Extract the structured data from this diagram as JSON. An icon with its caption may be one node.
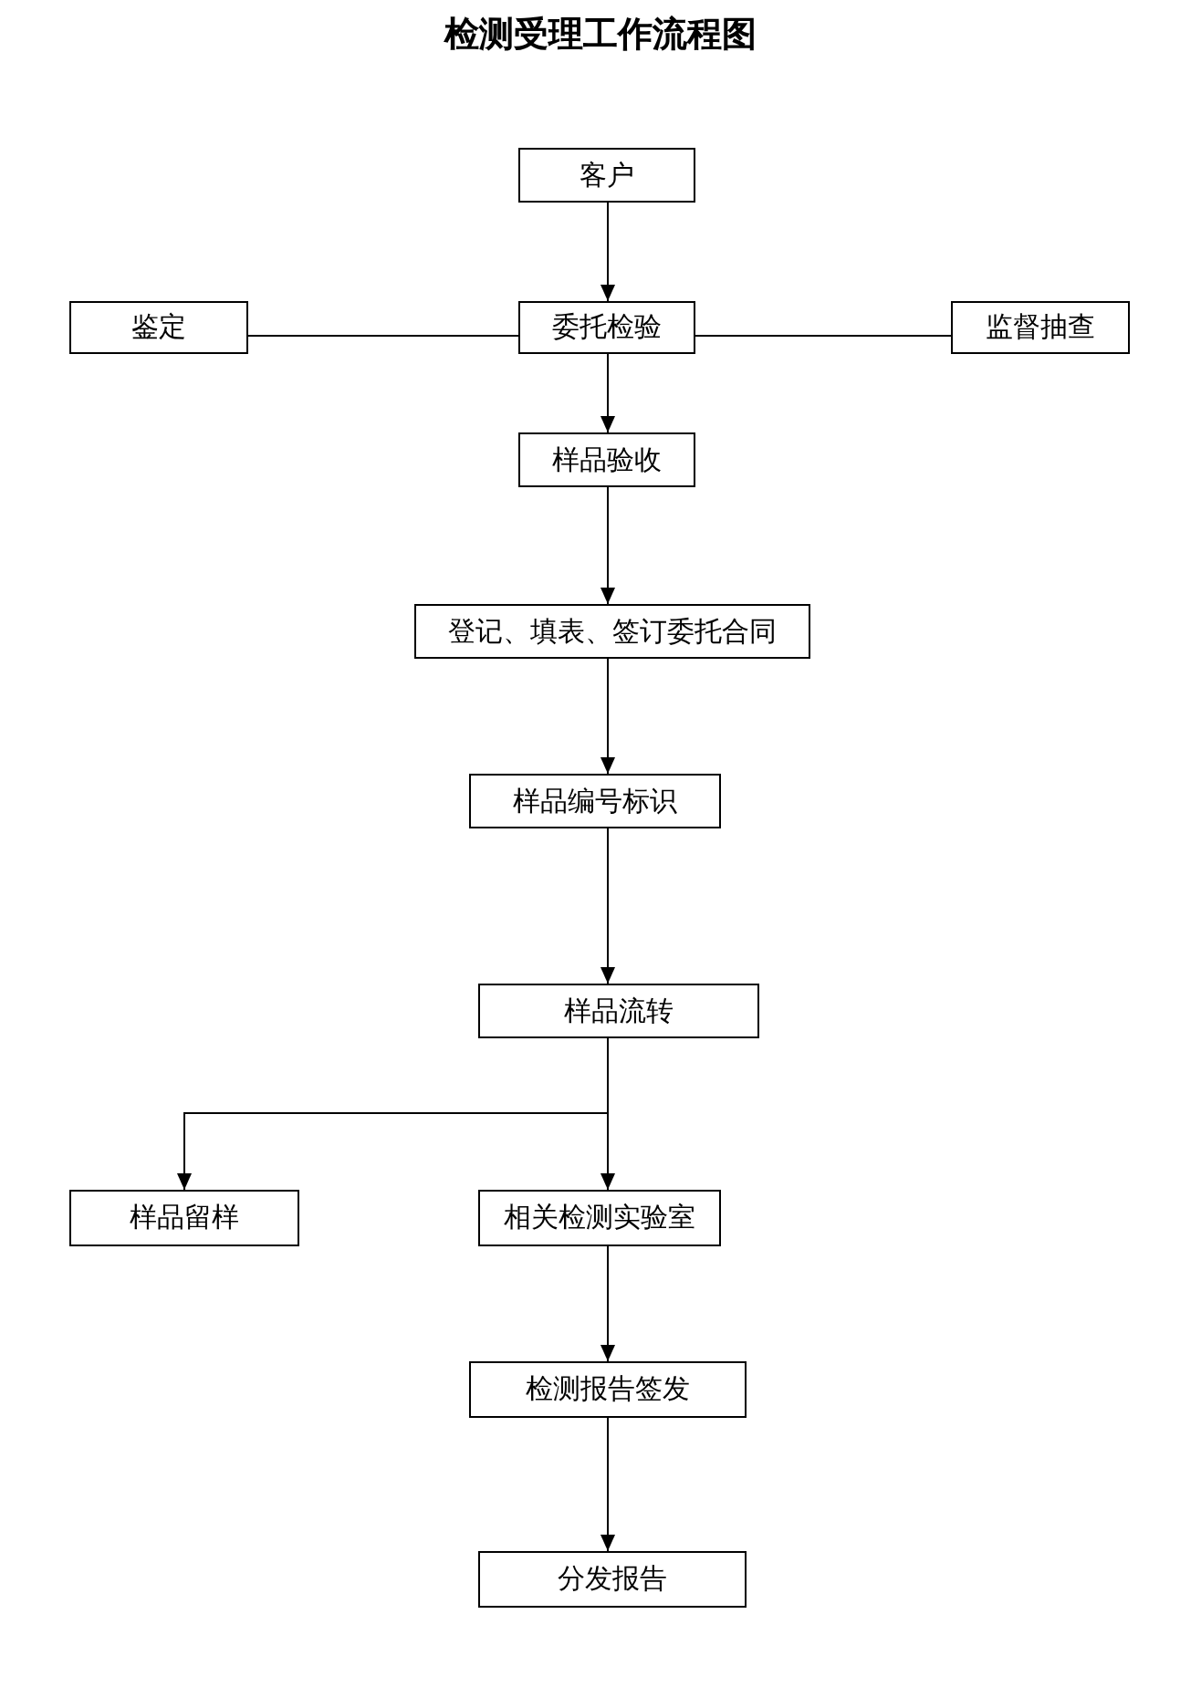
{
  "diagram": {
    "title": "检测受理工作流程图",
    "nodes": [
      {
        "text": [
          "客户"
        ]
      },
      {
        "text": [
          "鉴定"
        ]
      },
      {
        "text": [
          "委托检验"
        ]
      },
      {
        "text": [
          "监督抽查"
        ]
      },
      {
        "text": [
          "样品验收"
        ]
      },
      {
        "text": [
          "登记、填表、签订委托合同"
        ]
      },
      {
        "text": [
          "样品编号标识"
        ]
      },
      {
        "text": [
          "样品流转"
        ]
      },
      {
        "text": [
          "样品留样"
        ]
      },
      {
        "text": [
          "相关检测实验室"
        ]
      },
      {
        "text": [
          "检测报告签发"
        ]
      },
      {
        "text": [
          "分发报告"
        ]
      }
    ],
    "edges": [
      {
        "from": 0,
        "to": 2,
        "arrow": "to"
      },
      {
        "from": 1,
        "to": 2,
        "arrow": "none"
      },
      {
        "from": 2,
        "to": 3,
        "arrow": "none"
      },
      {
        "from": 2,
        "to": 4,
        "arrow": "to"
      },
      {
        "from": 4,
        "to": 5,
        "arrow": "to"
      },
      {
        "from": 5,
        "to": 6,
        "arrow": "to"
      },
      {
        "from": 6,
        "to": 7,
        "arrow": "to"
      },
      {
        "from": 7,
        "to": 8,
        "arrow": "to"
      },
      {
        "from": 7,
        "to": 9,
        "arrow": "to"
      },
      {
        "from": 9,
        "to": 10,
        "arrow": "to"
      },
      {
        "from": 10,
        "to": 11,
        "arrow": "to"
      }
    ]
  }
}
